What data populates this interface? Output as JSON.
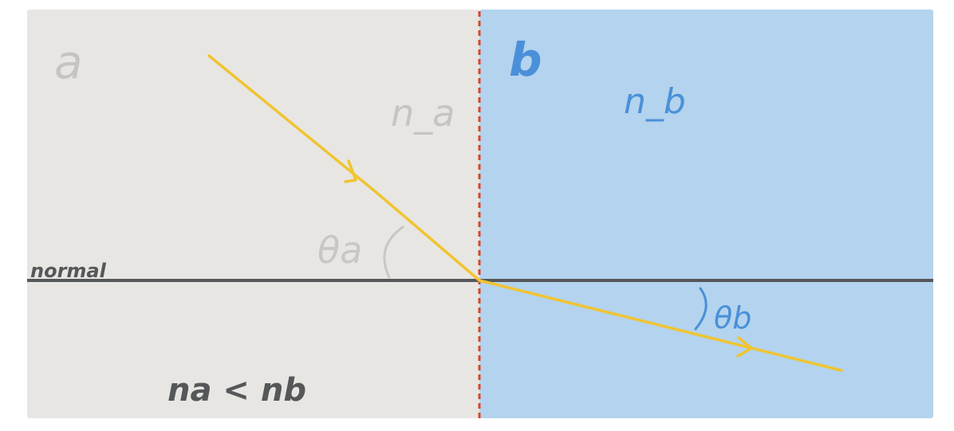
{
  "regions": {
    "a": {
      "label": "a",
      "index_label": "n_a",
      "color": "#e8e6e3",
      "label_color": "#c5c4c1"
    },
    "b": {
      "label": "b",
      "index_label": "n_b",
      "color": "#b3d3ee",
      "label_color": "#4a90d9"
    }
  },
  "normal": {
    "label": "normal",
    "color": "#555759"
  },
  "interface": {
    "color": "#d9442e"
  },
  "ray": {
    "color": "#f0c431"
  },
  "angles": {
    "incident": {
      "label": "θa",
      "color": "#c8c7c4"
    },
    "refracted": {
      "label": "θb",
      "color": "#4a90d9"
    }
  },
  "relation": {
    "text": "na < nb",
    "color": "#555759"
  }
}
